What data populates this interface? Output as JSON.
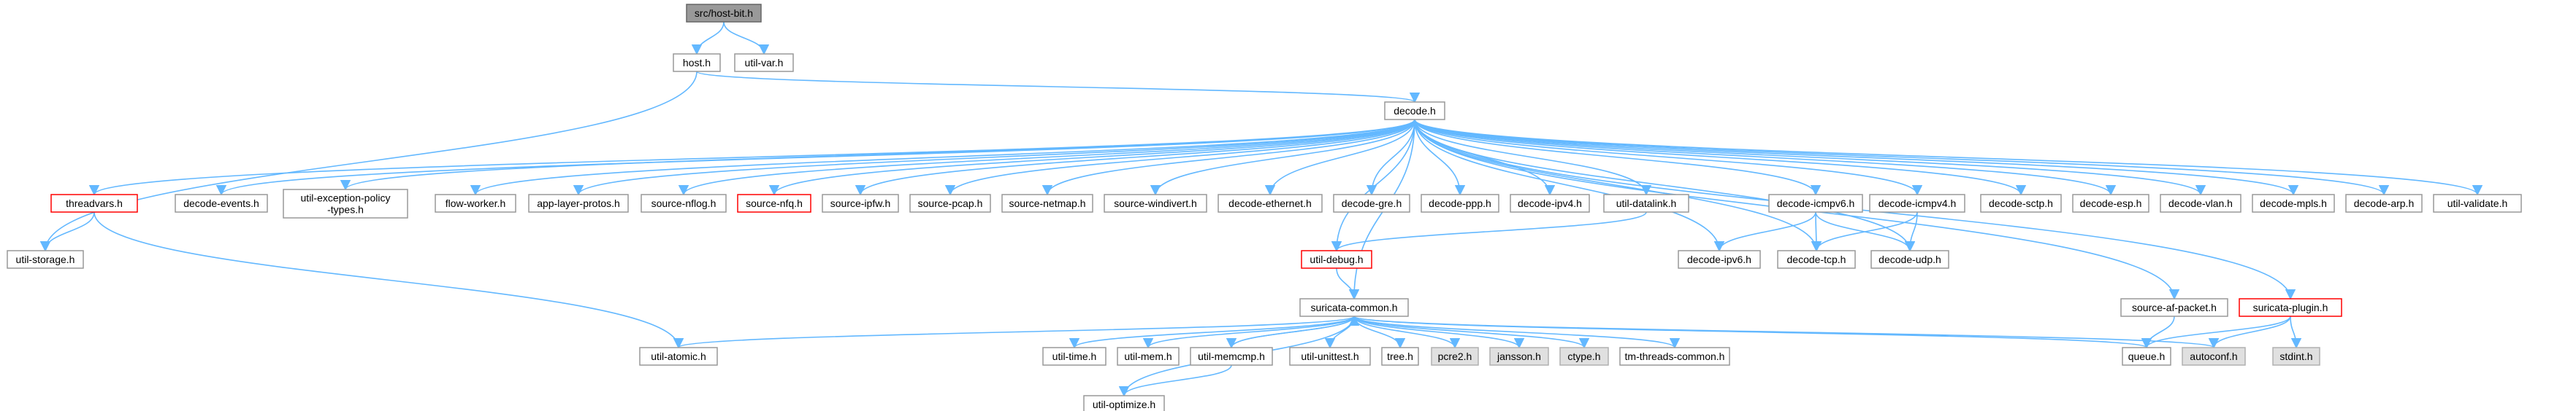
{
  "nodes": [
    {
      "id": "root",
      "label": "src/host-bit.h",
      "style": "root"
    },
    {
      "id": "host",
      "label": "host.h"
    },
    {
      "id": "utilvar",
      "label": "util-var.h"
    },
    {
      "id": "decode",
      "label": "decode.h"
    },
    {
      "id": "threadvars",
      "label": "threadvars.h",
      "style": "red"
    },
    {
      "id": "decevents",
      "label": "decode-events.h"
    },
    {
      "id": "utilexc",
      "label": "util-exception-policy\n-types.h"
    },
    {
      "id": "flowworker",
      "label": "flow-worker.h"
    },
    {
      "id": "applayer",
      "label": "app-layer-protos.h"
    },
    {
      "id": "srcnflog",
      "label": "source-nflog.h"
    },
    {
      "id": "srcnfq",
      "label": "source-nfq.h",
      "style": "red"
    },
    {
      "id": "srcipfw",
      "label": "source-ipfw.h"
    },
    {
      "id": "srcpcap",
      "label": "source-pcap.h"
    },
    {
      "id": "srcnetmap",
      "label": "source-netmap.h"
    },
    {
      "id": "srcwindivert",
      "label": "source-windivert.h"
    },
    {
      "id": "decether",
      "label": "decode-ethernet.h"
    },
    {
      "id": "decgre",
      "label": "decode-gre.h"
    },
    {
      "id": "decppp",
      "label": "decode-ppp.h"
    },
    {
      "id": "decipv4",
      "label": "decode-ipv4.h"
    },
    {
      "id": "utildatalink",
      "label": "util-datalink.h"
    },
    {
      "id": "decicmpv6",
      "label": "decode-icmpv6.h"
    },
    {
      "id": "decicmpv4",
      "label": "decode-icmpv4.h"
    },
    {
      "id": "decsctp",
      "label": "decode-sctp.h"
    },
    {
      "id": "decesp",
      "label": "decode-esp.h"
    },
    {
      "id": "decvlan",
      "label": "decode-vlan.h"
    },
    {
      "id": "decmpls",
      "label": "decode-mpls.h"
    },
    {
      "id": "decarp",
      "label": "decode-arp.h"
    },
    {
      "id": "utilvalidate",
      "label": "util-validate.h"
    },
    {
      "id": "utilstorage",
      "label": "util-storage.h"
    },
    {
      "id": "utildebug",
      "label": "util-debug.h",
      "style": "red"
    },
    {
      "id": "decipv6",
      "label": "decode-ipv6.h"
    },
    {
      "id": "dectcp",
      "label": "decode-tcp.h"
    },
    {
      "id": "decudp",
      "label": "decode-udp.h"
    },
    {
      "id": "suricommon",
      "label": "suricata-common.h"
    },
    {
      "id": "srcafpacket",
      "label": "source-af-packet.h"
    },
    {
      "id": "suriplugin",
      "label": "suricata-plugin.h",
      "style": "red"
    },
    {
      "id": "utilatomic",
      "label": "util-atomic.h"
    },
    {
      "id": "utiltime",
      "label": "util-time.h"
    },
    {
      "id": "utilmem",
      "label": "util-mem.h"
    },
    {
      "id": "utilmemcmp",
      "label": "util-memcmp.h"
    },
    {
      "id": "utilunittest",
      "label": "util-unittest.h"
    },
    {
      "id": "tree",
      "label": "tree.h"
    },
    {
      "id": "pcre2",
      "label": "pcre2.h",
      "style": "gray"
    },
    {
      "id": "jansson",
      "label": "jansson.h",
      "style": "gray"
    },
    {
      "id": "ctype",
      "label": "ctype.h",
      "style": "gray"
    },
    {
      "id": "tmthreads",
      "label": "tm-threads-common.h"
    },
    {
      "id": "queue",
      "label": "queue.h"
    },
    {
      "id": "autoconf",
      "label": "autoconf.h",
      "style": "gray"
    },
    {
      "id": "stdint",
      "label": "stdint.h",
      "style": "gray"
    },
    {
      "id": "utiloptimize",
      "label": "util-optimize.h"
    }
  ],
  "edges": [
    [
      "root",
      "host"
    ],
    [
      "root",
      "utilvar"
    ],
    [
      "host",
      "decode"
    ],
    [
      "host",
      "utilstorage"
    ],
    [
      "decode",
      "threadvars"
    ],
    [
      "decode",
      "decevents"
    ],
    [
      "decode",
      "utilexc"
    ],
    [
      "decode",
      "flowworker"
    ],
    [
      "decode",
      "applayer"
    ],
    [
      "decode",
      "srcnflog"
    ],
    [
      "decode",
      "srcnfq"
    ],
    [
      "decode",
      "srcipfw"
    ],
    [
      "decode",
      "srcpcap"
    ],
    [
      "decode",
      "srcnetmap"
    ],
    [
      "decode",
      "srcwindivert"
    ],
    [
      "decode",
      "decether"
    ],
    [
      "decode",
      "decgre"
    ],
    [
      "decode",
      "decppp"
    ],
    [
      "decode",
      "decipv4"
    ],
    [
      "decode",
      "utildatalink"
    ],
    [
      "decode",
      "decicmpv6"
    ],
    [
      "decode",
      "decicmpv4"
    ],
    [
      "decode",
      "decsctp"
    ],
    [
      "decode",
      "decesp"
    ],
    [
      "decode",
      "decvlan"
    ],
    [
      "decode",
      "decmpls"
    ],
    [
      "decode",
      "decarp"
    ],
    [
      "decode",
      "utilvalidate"
    ],
    [
      "decode",
      "utildebug"
    ],
    [
      "decode",
      "decipv6"
    ],
    [
      "decode",
      "dectcp"
    ],
    [
      "decode",
      "decudp"
    ],
    [
      "decode",
      "suricommon"
    ],
    [
      "decode",
      "srcafpacket"
    ],
    [
      "decode",
      "suriplugin"
    ],
    [
      "threadvars",
      "utilstorage"
    ],
    [
      "threadvars",
      "utilatomic"
    ],
    [
      "utildatalink",
      "utildebug"
    ],
    [
      "decicmpv6",
      "decipv6"
    ],
    [
      "decicmpv6",
      "dectcp"
    ],
    [
      "decicmpv6",
      "decudp"
    ],
    [
      "decicmpv4",
      "dectcp"
    ],
    [
      "decicmpv4",
      "decudp"
    ],
    [
      "utildebug",
      "suricommon"
    ],
    [
      "suricommon",
      "utilatomic"
    ],
    [
      "suricommon",
      "utiltime"
    ],
    [
      "suricommon",
      "utilmem"
    ],
    [
      "suricommon",
      "utilmemcmp"
    ],
    [
      "suricommon",
      "utilunittest"
    ],
    [
      "suricommon",
      "tree"
    ],
    [
      "suricommon",
      "pcre2"
    ],
    [
      "suricommon",
      "jansson"
    ],
    [
      "suricommon",
      "ctype"
    ],
    [
      "suricommon",
      "tmthreads"
    ],
    [
      "suricommon",
      "queue"
    ],
    [
      "suricommon",
      "autoconf"
    ],
    [
      "suricommon",
      "utiloptimize"
    ],
    [
      "utilmemcmp",
      "suricommon"
    ],
    [
      "utilmemcmp",
      "utiloptimize"
    ],
    [
      "srcafpacket",
      "queue"
    ],
    [
      "suriplugin",
      "queue"
    ],
    [
      "suriplugin",
      "autoconf"
    ],
    [
      "suriplugin",
      "stdint"
    ]
  ]
}
